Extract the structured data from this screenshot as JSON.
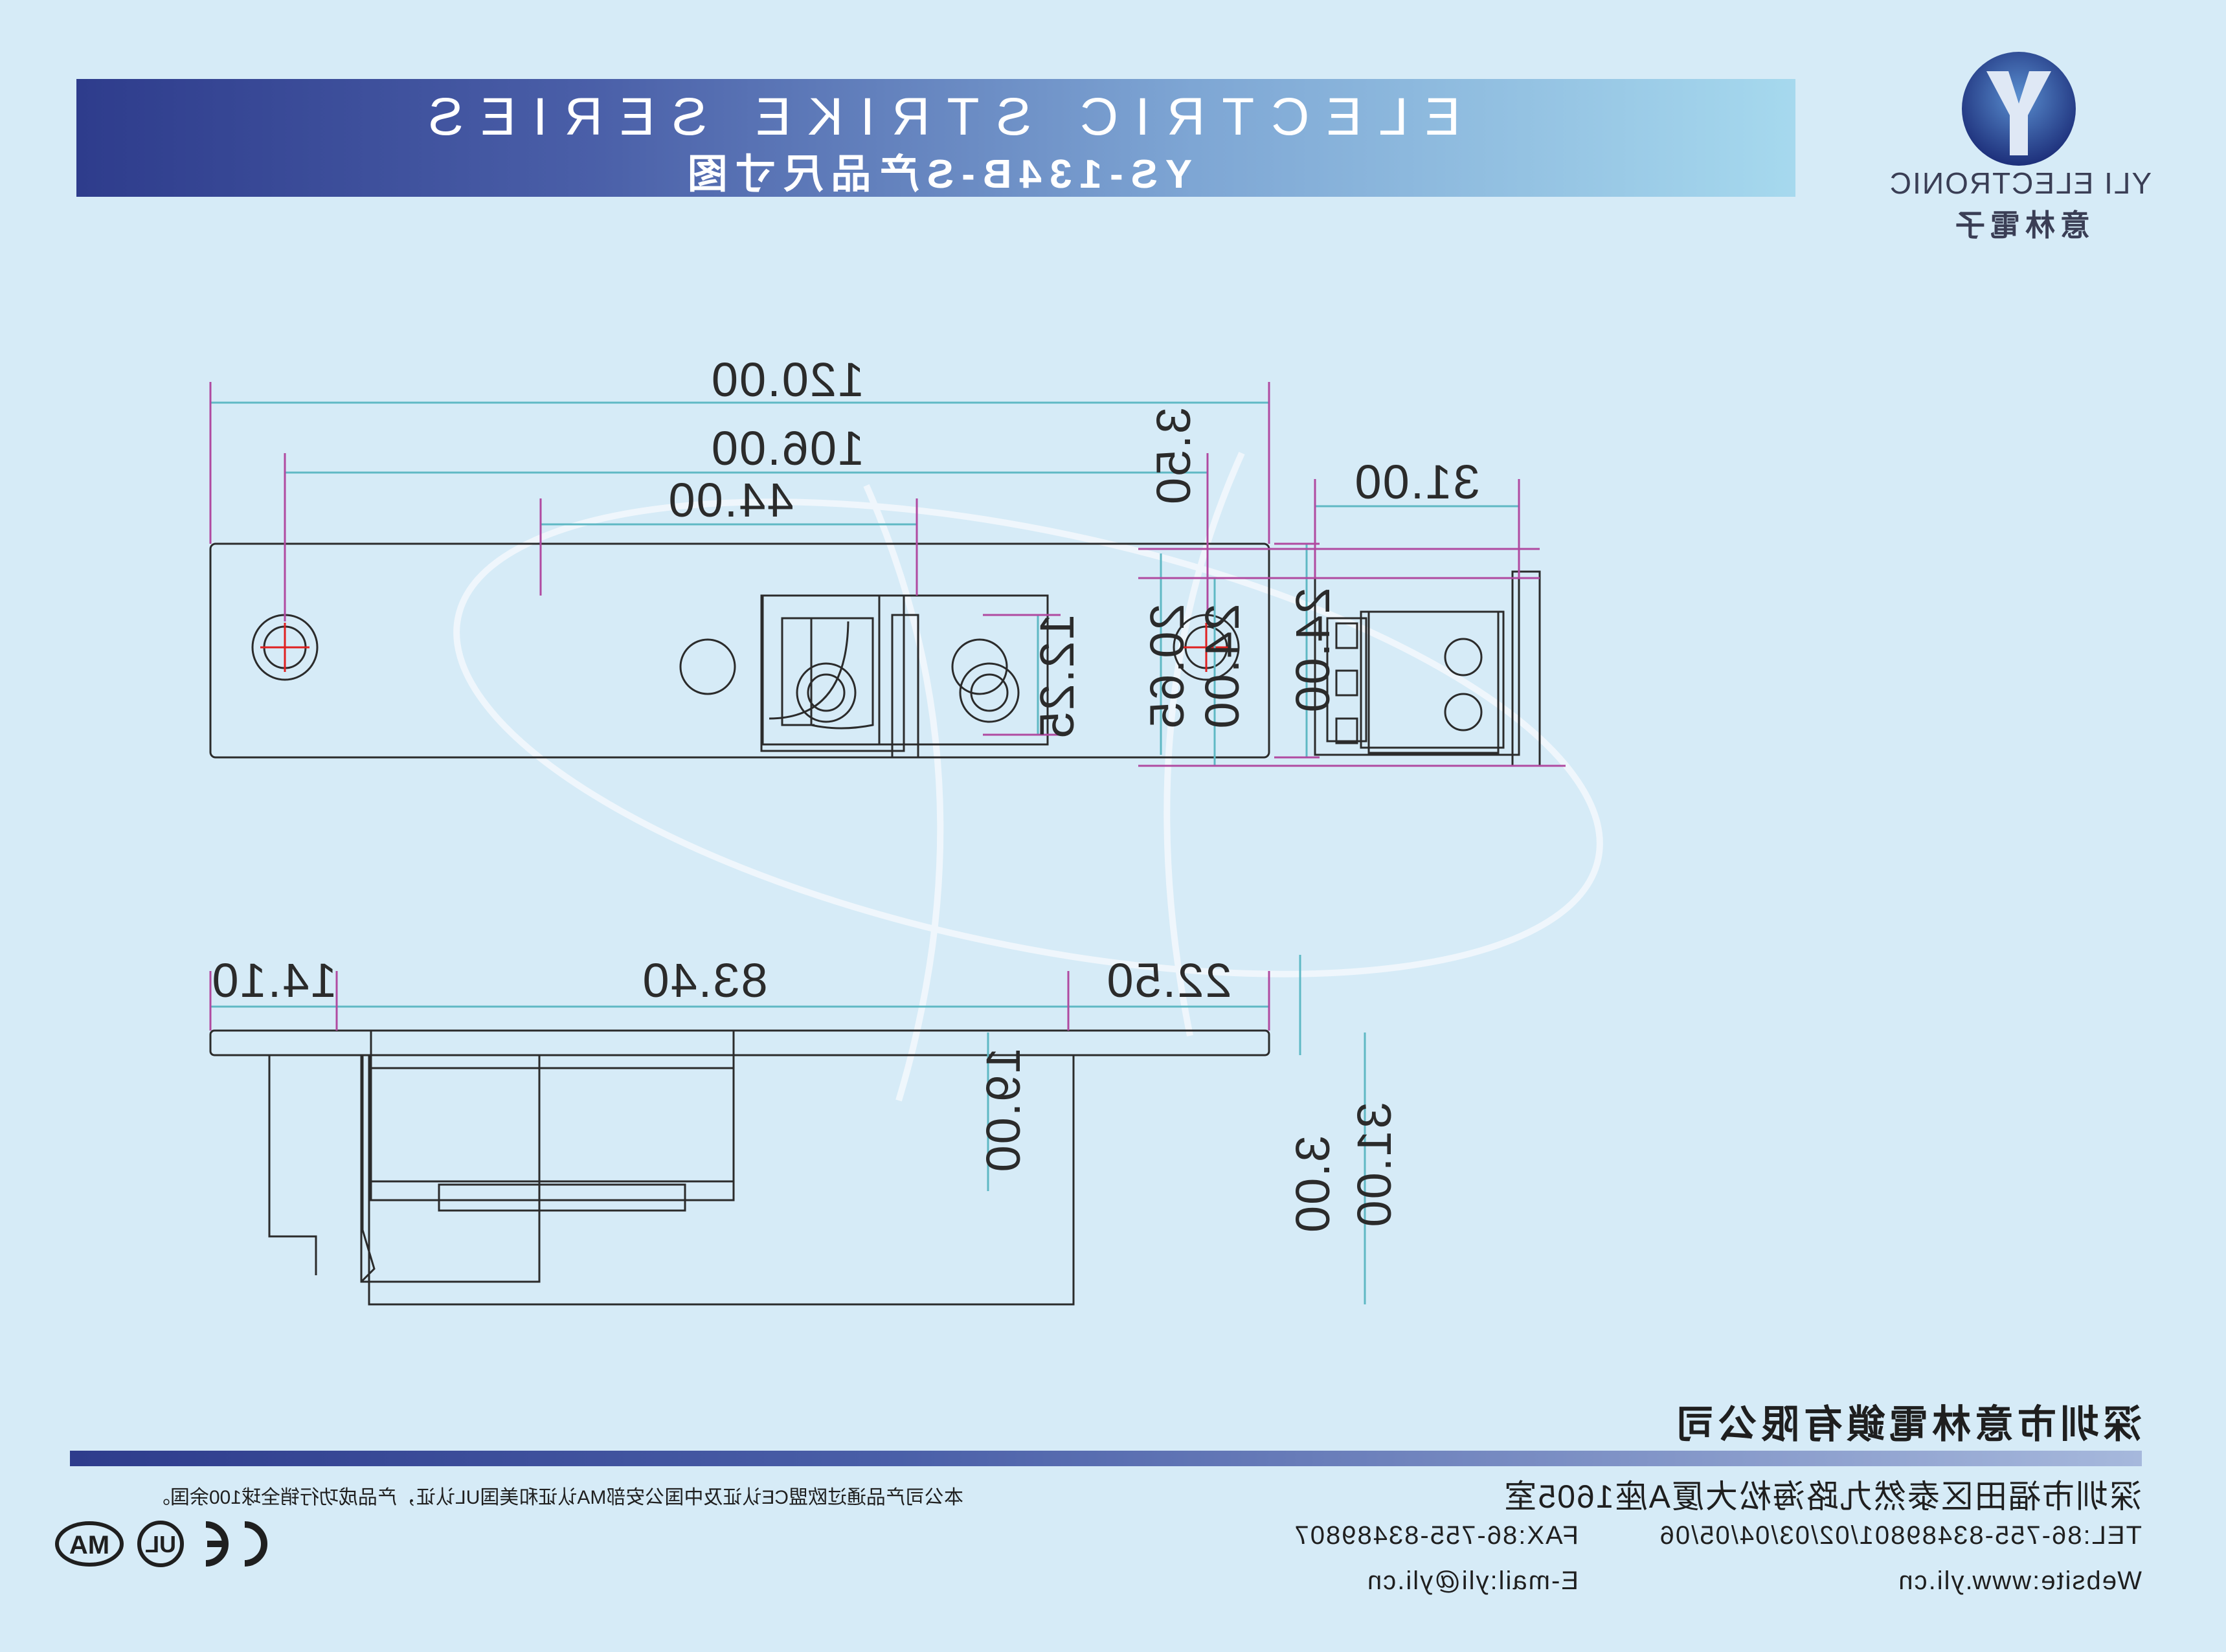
{
  "header": {
    "title": "ELECTRIC STRIKE SERIES",
    "subtitle": "YS-134B-S产品尺寸图"
  },
  "brand": {
    "name": "YLI ELECTRONIC",
    "name_cn": "意林電子",
    "logo_icon": "yli-y-logo-icon"
  },
  "dimensions": {
    "front_view": [
      "120.00",
      "106.00",
      "44.00",
      "24.00",
      "12.25"
    ],
    "side_view": [
      "31.00",
      "3.50",
      "20.65",
      "24.00"
    ],
    "top_view": [
      "14.10",
      "83.40",
      "22.50",
      "19.00",
      "3.00",
      "31.00"
    ]
  },
  "footer": {
    "company": "深圳市意林電鎖有限公司",
    "address": "深圳市福田区泰然九路海松大厦A座1605室",
    "tel": "TEL:86-755-83489801/02/03/04/05/06",
    "fax": "FAX:86-755-83489807",
    "website": "Website:www.yli.cn",
    "email": "E-mail:yli@yli.cn",
    "certification": "本公司产品通过欧盟CE认证及中国公安部MA认证和美国UL认证，产品成功行销全球100余国。",
    "cert_marks": [
      "ma-mark-icon",
      "ul-mark-icon",
      "ce-mark-icon"
    ]
  },
  "colors": {
    "background": "#d6ebf7",
    "banner_dark": "#2e3c8c",
    "banner_light": "#a6d9ee",
    "dimension_line": "#5fb8c4",
    "extension_line": "#b04aa0",
    "center_mark": "#e02020"
  }
}
